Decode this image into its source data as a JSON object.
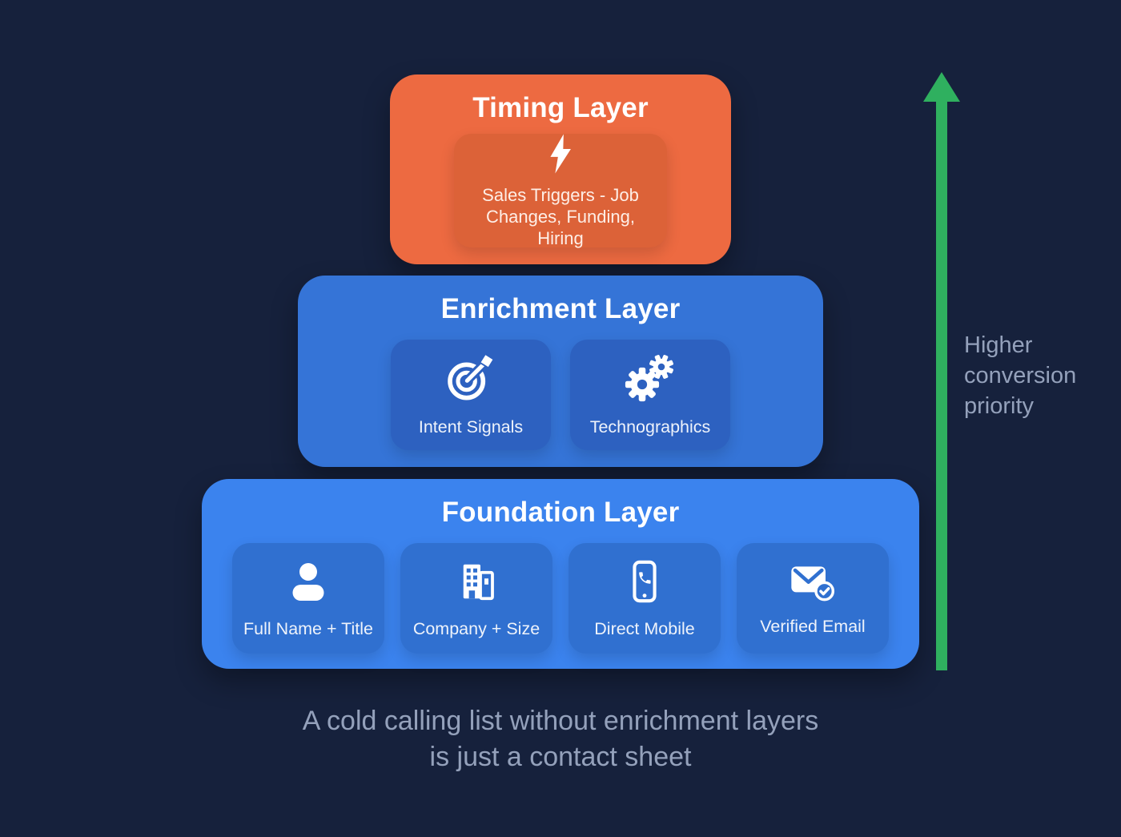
{
  "colors": {
    "background": "#16213c",
    "timing": "#ed6a41",
    "timing_inner": "#dc6238",
    "enrichment": "#3574d7",
    "enrichment_inner": "#2d61c0",
    "foundation": "#3b83ee",
    "foundation_inner": "#3070d0",
    "arrow_green": "#2fb05f",
    "muted_text": "#94a1bb",
    "title_text": "#ffffff",
    "label_text": "#eef3fb"
  },
  "diagram": {
    "layers": [
      {
        "id": "timing",
        "title": "Timing Layer",
        "items": [
          {
            "icon": "lightning-icon",
            "label": "Sales Triggers - Job Changes, Funding, Hiring"
          }
        ]
      },
      {
        "id": "enrichment",
        "title": "Enrichment Layer",
        "items": [
          {
            "icon": "target-icon",
            "label": "Intent Signals"
          },
          {
            "icon": "gears-icon",
            "label": "Technographics"
          }
        ]
      },
      {
        "id": "foundation",
        "title": "Foundation Layer",
        "items": [
          {
            "icon": "person-icon",
            "label": "Full Name + Title"
          },
          {
            "icon": "building-icon",
            "label": "Company + Size"
          },
          {
            "icon": "phone-icon",
            "label": "Direct Mobile"
          },
          {
            "icon": "email-check-icon",
            "label": "Verified Email"
          }
        ]
      }
    ],
    "arrow_label": "Higher conversion priority",
    "caption": {
      "line1": "A cold calling list without enrichment layers",
      "line2": "is just a contact sheet"
    }
  }
}
